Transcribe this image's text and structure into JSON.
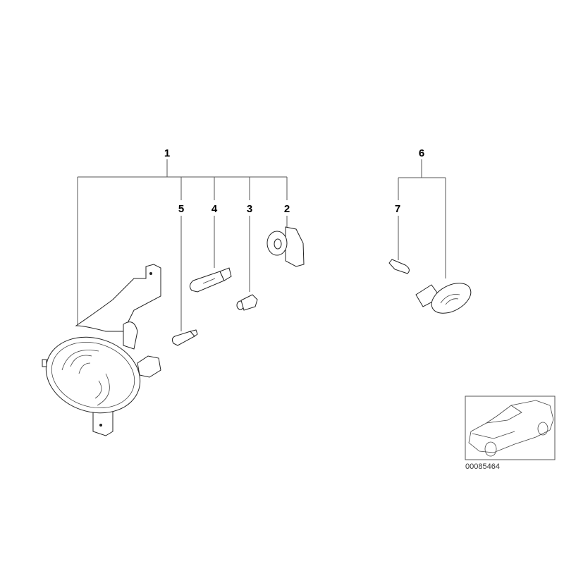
{
  "callouts": {
    "c1": "1",
    "c2": "2",
    "c3": "3",
    "c4": "4",
    "c5": "5",
    "c6": "6",
    "c7": "7"
  },
  "inset": {
    "diagram_code": "00085464",
    "icon": "car-outline-icon"
  },
  "colors": {
    "line": "#555555",
    "text": "#000000",
    "background": "#ffffff"
  }
}
